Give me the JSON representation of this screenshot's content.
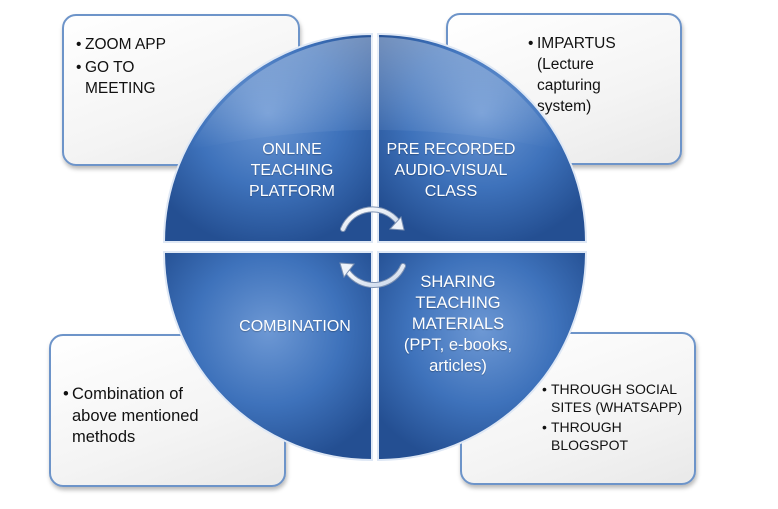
{
  "diagram": {
    "quadrants": {
      "top_left": "ONLINE\nTEACHING\nPLATFORM",
      "top_right": "PRE RECORDED\nAUDIO-VISUAL\nCLASS",
      "bottom_left": "COMBINATION",
      "bottom_right": "SHARING\nTEACHING\nMATERIALS\n(PPT, e-books,\narticles)"
    },
    "callouts": {
      "top_left": [
        "ZOOM APP",
        "GO TO MEETING"
      ],
      "top_right": [
        "IMPARTUS (Lecture capturing system)"
      ],
      "bottom_left": [
        "Combination of above mentioned methods"
      ],
      "bottom_right": [
        "THROUGH SOCIAL SITES (WHATSAPP)",
        "THROUGH BLOGSPOT"
      ]
    },
    "colors": {
      "quadrant_fill": "#3c6fb8",
      "quadrant_highlight": "#7ea6dc",
      "callout_border": "#6d94c9",
      "label_text": "#ffffff"
    }
  }
}
